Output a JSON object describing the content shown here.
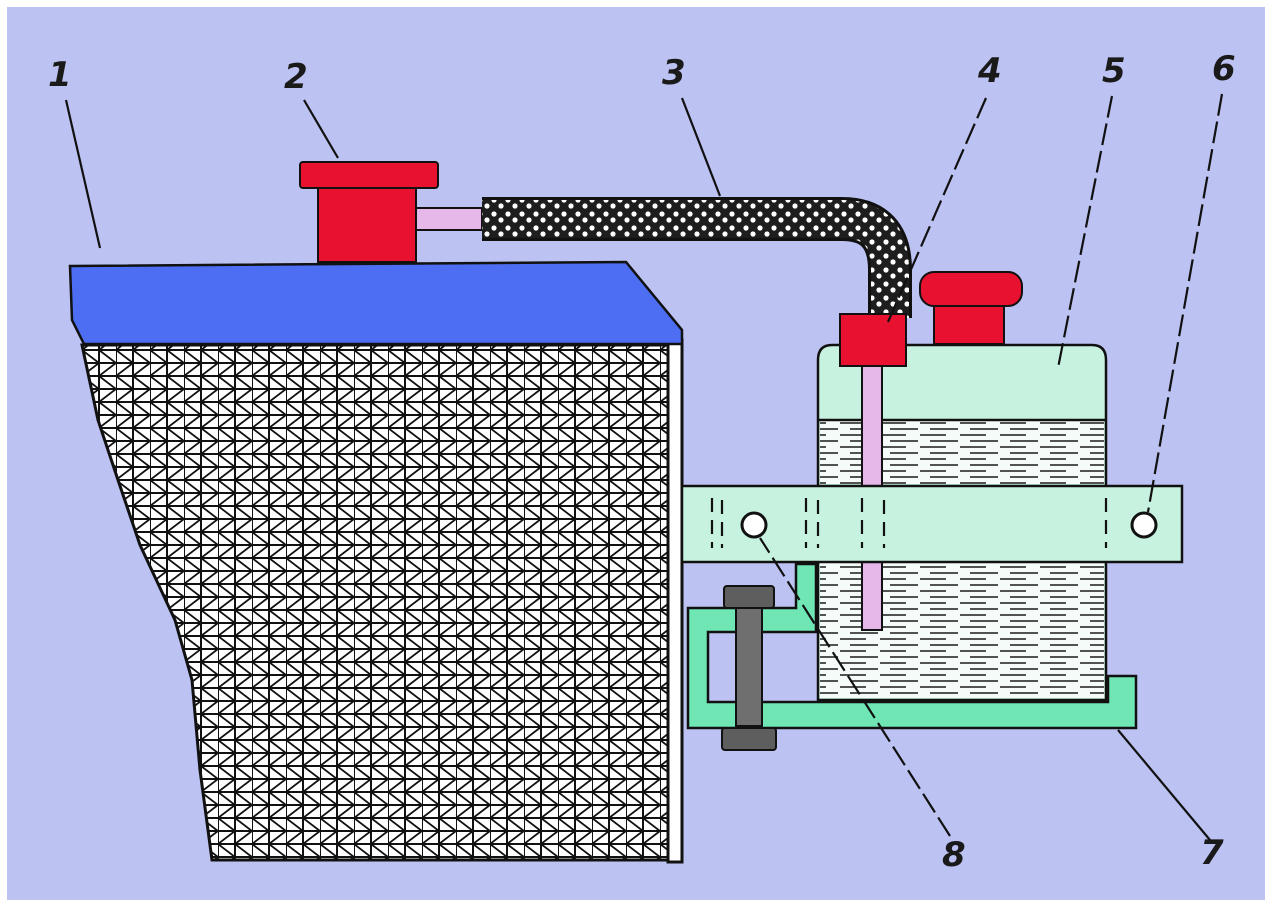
{
  "diagram": {
    "colors": {
      "background": "#bcc2f2",
      "tank_cap": "#4d6ef2",
      "filler_cap": "#e8112f",
      "hose": "#2a2a2a",
      "reservoir_body": "#c8f2e0",
      "bracket": "#6fe6b4",
      "tube": "#e6b8ea",
      "core_fill": "#ffffff",
      "outline": "#111111"
    },
    "parts": [
      {
        "id": "tank",
        "icon": "radiator-tank-with-core"
      },
      {
        "id": "filler-cap",
        "icon": "red-filler-cap"
      },
      {
        "id": "hose",
        "icon": "braided-hose"
      },
      {
        "id": "reservoir-fitting",
        "icon": "red-fitting"
      },
      {
        "id": "reservoir",
        "icon": "expansion-tank"
      },
      {
        "id": "strap",
        "icon": "mounting-strap"
      },
      {
        "id": "bracket",
        "icon": "u-bracket-with-bolt"
      }
    ],
    "callouts": [
      {
        "label": "1"
      },
      {
        "label": "2"
      },
      {
        "label": "3"
      },
      {
        "label": "4"
      },
      {
        "label": "5"
      },
      {
        "label": "6"
      },
      {
        "label": "7"
      },
      {
        "label": "8"
      }
    ]
  }
}
